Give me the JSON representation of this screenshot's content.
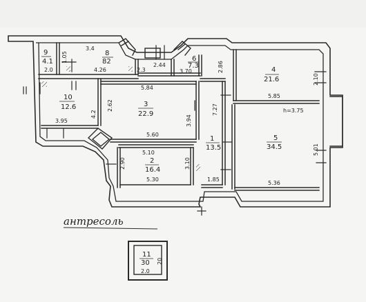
{
  "plan": {
    "mezzanine_label": "антресоль",
    "rooms": [
      {
        "id": "room-9",
        "number": "9",
        "area": "4.1"
      },
      {
        "id": "room-8",
        "number": "8",
        "area": "82"
      },
      {
        "id": "room-6",
        "number": "6",
        "area": "7.3"
      },
      {
        "id": "room-10",
        "number": "10",
        "area": "12.6"
      },
      {
        "id": "room-3",
        "number": "3",
        "area": "22.9"
      },
      {
        "id": "room-4",
        "number": "4",
        "area": "21.6"
      },
      {
        "id": "room-5",
        "number": "5",
        "area": "34.5"
      },
      {
        "id": "room-1",
        "number": "1",
        "area": "13.5"
      },
      {
        "id": "room-2",
        "number": "2",
        "area": "16.4"
      },
      {
        "id": "room-11",
        "number": "11",
        "area": "30"
      }
    ],
    "dimensions": [
      "2.0",
      "1.05",
      "4.26",
      "3.4",
      "2.3",
      "2.44",
      "3.70",
      "2.86",
      "5.84",
      "3.95",
      "4.2",
      "2.62",
      "5.60",
      "3.94",
      "7.27",
      "5.85",
      "2.10",
      "5.01",
      "5.36",
      "5.10",
      "3.10",
      "2.90",
      "5.30",
      "1.85",
      "h=3.75",
      "20",
      "2.0"
    ]
  }
}
